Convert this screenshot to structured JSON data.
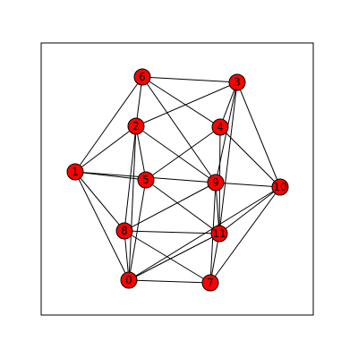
{
  "colors": {
    "background": "#ffffff",
    "frame": "#000000",
    "edge": "#000000",
    "node_fill": "#ff0000",
    "node_stroke": "#000000",
    "label": "#000000"
  },
  "graph": {
    "nodes": [
      {
        "id": "0",
        "label": "0"
      },
      {
        "id": "1",
        "label": "1"
      },
      {
        "id": "2",
        "label": "2"
      },
      {
        "id": "3",
        "label": "3"
      },
      {
        "id": "4",
        "label": "4"
      },
      {
        "id": "5",
        "label": "5"
      },
      {
        "id": "6",
        "label": "6"
      },
      {
        "id": "7",
        "label": "7"
      },
      {
        "id": "8",
        "label": "8"
      },
      {
        "id": "9",
        "label": "9"
      },
      {
        "id": "10",
        "label": "10"
      },
      {
        "id": "11",
        "label": "11"
      }
    ],
    "edges": [
      [
        "6",
        "3"
      ],
      [
        "6",
        "2"
      ],
      [
        "6",
        "1"
      ],
      [
        "6",
        "4"
      ],
      [
        "6",
        "9"
      ],
      [
        "3",
        "2"
      ],
      [
        "3",
        "4"
      ],
      [
        "3",
        "9"
      ],
      [
        "3",
        "10"
      ],
      [
        "3",
        "11"
      ],
      [
        "2",
        "1"
      ],
      [
        "2",
        "5"
      ],
      [
        "2",
        "8"
      ],
      [
        "2",
        "0"
      ],
      [
        "2",
        "9"
      ],
      [
        "4",
        "5"
      ],
      [
        "4",
        "10"
      ],
      [
        "4",
        "11"
      ],
      [
        "1",
        "5"
      ],
      [
        "1",
        "8"
      ],
      [
        "1",
        "0"
      ],
      [
        "1",
        "9"
      ],
      [
        "5",
        "11"
      ],
      [
        "5",
        "0"
      ],
      [
        "9",
        "10"
      ],
      [
        "9",
        "8"
      ],
      [
        "9",
        "11"
      ],
      [
        "9",
        "7"
      ],
      [
        "10",
        "11"
      ],
      [
        "10",
        "7"
      ],
      [
        "10",
        "0"
      ],
      [
        "8",
        "0"
      ],
      [
        "8",
        "7"
      ],
      [
        "8",
        "11"
      ],
      [
        "11",
        "0"
      ],
      [
        "11",
        "7"
      ],
      [
        "0",
        "7"
      ]
    ]
  }
}
